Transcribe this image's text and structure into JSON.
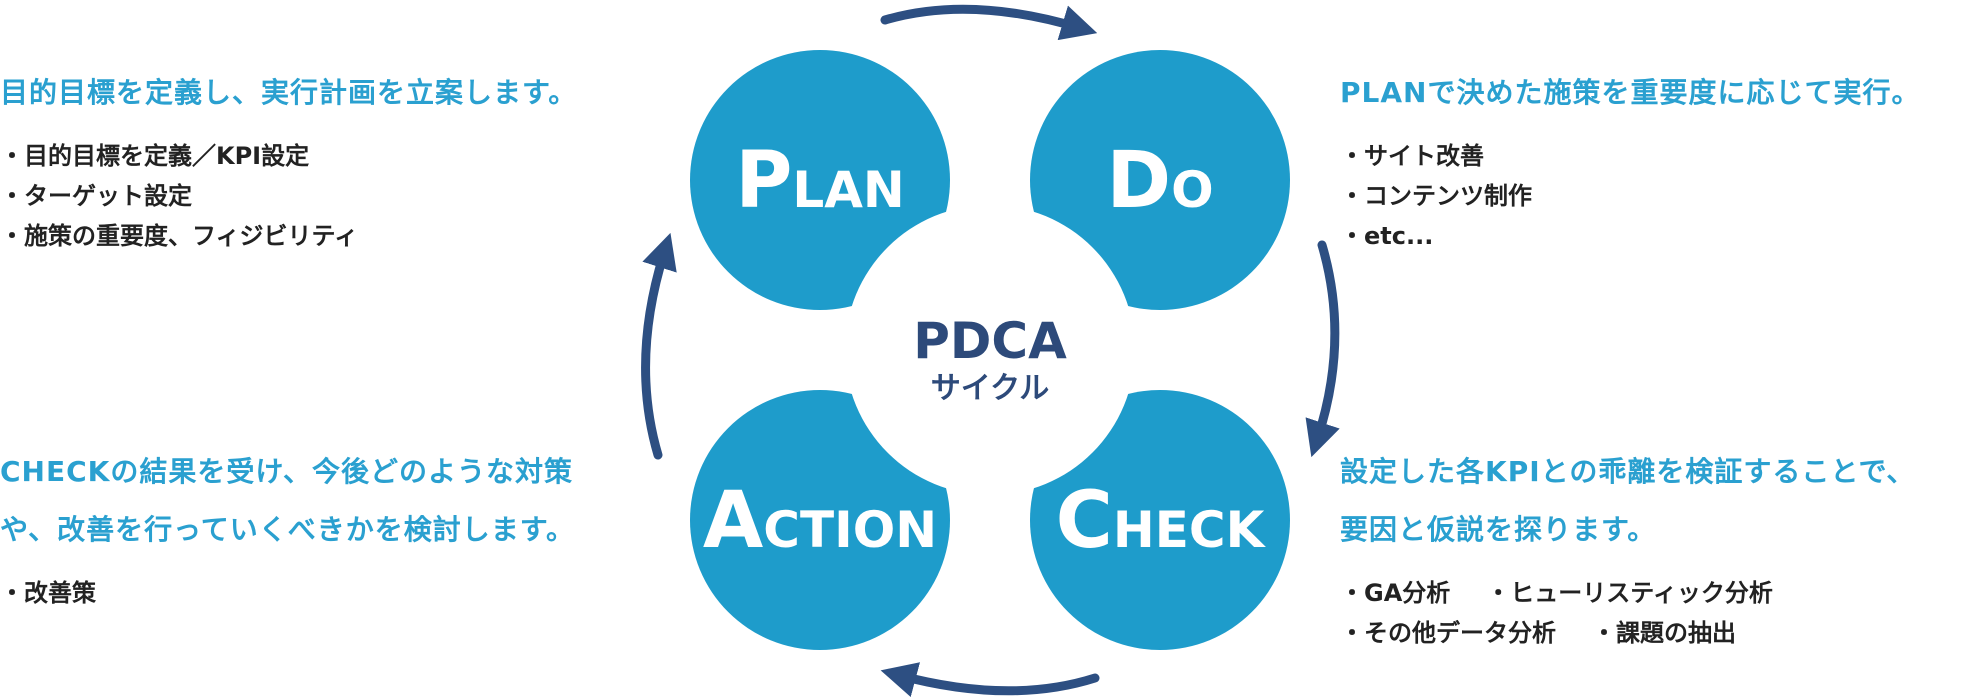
{
  "center": {
    "title": "PDCA",
    "subtitle": "サイクル"
  },
  "circles": {
    "plan": {
      "cap": "P",
      "rest": "LAN"
    },
    "do": {
      "cap": "D",
      "rest": "O"
    },
    "check": {
      "cap": "C",
      "rest": "HECK"
    },
    "action": {
      "cap": "A",
      "rest": "CTION"
    }
  },
  "colors": {
    "circle": "#1e9ccb",
    "arrow": "#2d4f82",
    "heading": "#2aa0d0",
    "center": "#2d4a7a"
  },
  "plan_text": {
    "heading": "目的目標を定義し、実行計画を立案します。",
    "items": [
      "・目的目標を定義／KPI設定",
      "・ターゲット設定",
      "・施策の重要度、フィジビリティ"
    ]
  },
  "do_text": {
    "heading": "PLANで決めた施策を重要度に応じて実行。",
    "items": [
      "・サイト改善",
      "・コンテンツ制作",
      "・etc..."
    ]
  },
  "action_text": {
    "heading_line1": "CHECKの結果を受け、今後どのような対策",
    "heading_line2": "や、改善を行っていくべきかを検討します。",
    "items": [
      "・改善策"
    ]
  },
  "check_text": {
    "heading_line1": "設定した各KPIとの乖離を検証することで、",
    "heading_line2": "要因と仮説を探ります。",
    "row1": [
      "・GA分析",
      "・ヒューリスティック分析"
    ],
    "row2": [
      "・その他データ分析",
      "・課題の抽出"
    ]
  }
}
